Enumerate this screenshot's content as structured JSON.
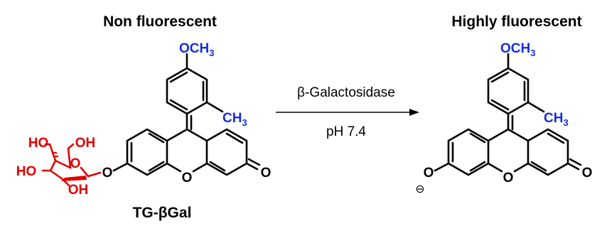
{
  "left_title": "Non fluorescent",
  "right_title": "Highly fluorescent",
  "left_compound_name": "TG-βGal",
  "reaction": {
    "enzyme": "β-Galactosidase",
    "condition": "pH 7.4"
  },
  "atoms": {
    "methoxy": "OCH",
    "methyl": "CH",
    "subscript_3": "3",
    "ring_oxygen": "O",
    "carbonyl_oxygen": "O",
    "ether_oxygen": "O",
    "phenolate_oxygen": "O",
    "negative_charge": "⊖",
    "hydroxyl_left": "HO",
    "hydroxyl_right": "OH",
    "hydroxyl_top_left": "HO",
    "hydroxyl_top_right": "OH",
    "sugar_ring_oxygen": "O"
  },
  "colors": {
    "galactose": "#e00000",
    "substituent": "#1530d8",
    "scaffold": "#000000"
  }
}
